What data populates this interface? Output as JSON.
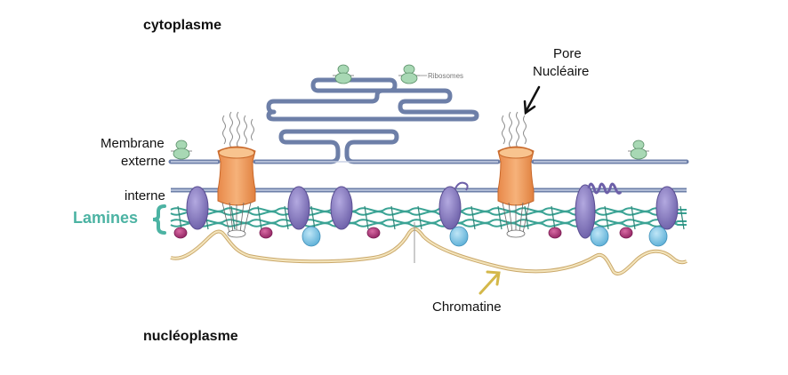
{
  "labels": {
    "cytoplasm": "cytoplasme",
    "nucleoplasm": "nucléoplasme",
    "membrane_outer_line1": "Membrane",
    "membrane_outer_line2": "externe",
    "membrane_inner": "interne",
    "lamines": "Lamines",
    "pore_line1": "Pore",
    "pore_line2": "Nucléaire",
    "chromatin": "Chromatine",
    "ribosomes": "Ribosomes"
  },
  "colors": {
    "membrane": "#6d7fa8",
    "membrane_fill": "#c9d2e6",
    "pore": "#f0a060",
    "pore_dark": "#d97a30",
    "protein_purple": "#8a7fc0",
    "protein_blue": "#7fc4e6",
    "protein_magenta": "#b03a7a",
    "lamina": "#3aa394",
    "lamines_label": "#4cb3a3",
    "chromatin": "#e2c98f",
    "ribosome": "#a8d8b4",
    "arrow_pore": "#111111",
    "arrow_chromatin": "#d4b84a"
  }
}
